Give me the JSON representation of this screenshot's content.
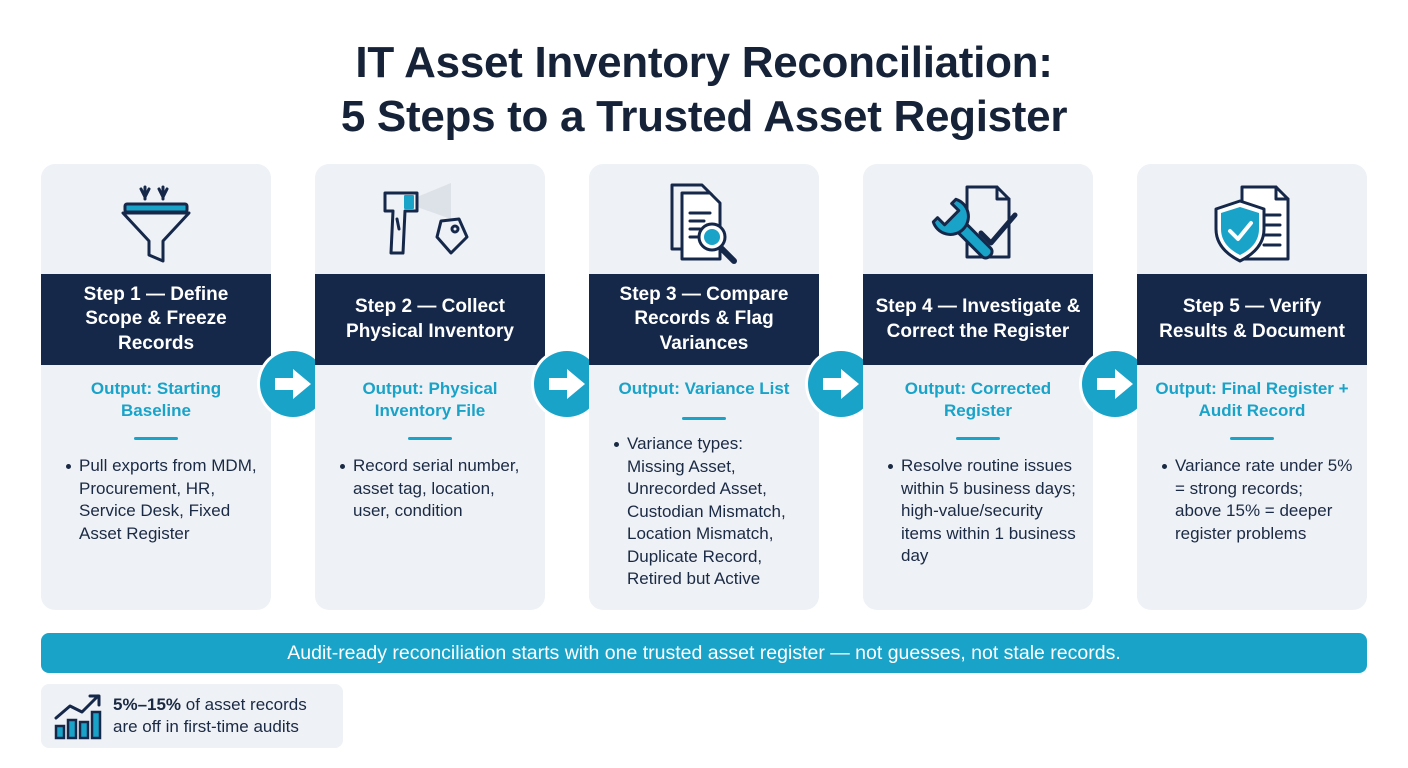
{
  "title": {
    "line1": "IT Asset Inventory Reconciliation:",
    "line2": "5 Steps to a Trusted Asset Register"
  },
  "steps": [
    {
      "icon": "funnel-icon",
      "heading": "Step 1 — Define Scope & Freeze Records",
      "output": "Output: Starting Baseline",
      "bullets": [
        "Pull exports from MDM, Procurement, HR, Service Desk, Fixed Asset Register"
      ]
    },
    {
      "icon": "barcode-scanner-icon",
      "heading": "Step 2 — Collect Physical Inventory",
      "output": "Output: Physical Inventory File",
      "bullets": [
        "Record serial number, asset tag, location, user, condition"
      ]
    },
    {
      "icon": "document-search-icon",
      "heading": "Step 3 — Compare Records & Flag Variances",
      "output": "Output: Variance List",
      "bullets": [
        "Variance types: Missing Asset, Unrecorded Asset, Custodian Mismatch, Location Mismatch, Duplicate Record, Retired but Active"
      ]
    },
    {
      "icon": "wrench-check-icon",
      "heading": "Step 4 — Investigate & Correct the Register",
      "output": "Output: Corrected Register",
      "bullets": [
        "Resolve routine issues within 5 business days; high-value/security items within 1 business day"
      ]
    },
    {
      "icon": "shield-document-icon",
      "heading": "Step 5 — Verify Results & Document",
      "output": "Output: Final Register + Audit Record",
      "bullets": [
        "Variance rate under 5% = strong records; above 15% = deeper register problems"
      ]
    }
  ],
  "banner": "Audit-ready reconciliation starts with one trusted asset register — not guesses, not stale records.",
  "stat": {
    "icon": "rising-chart-icon",
    "highlight": "5%–15%",
    "line1_rest": " of asset records",
    "line2": "are off in first-time audits"
  },
  "colors": {
    "navy": "#16284a",
    "accent": "#1aa3c9",
    "card": "#eef1f5"
  }
}
